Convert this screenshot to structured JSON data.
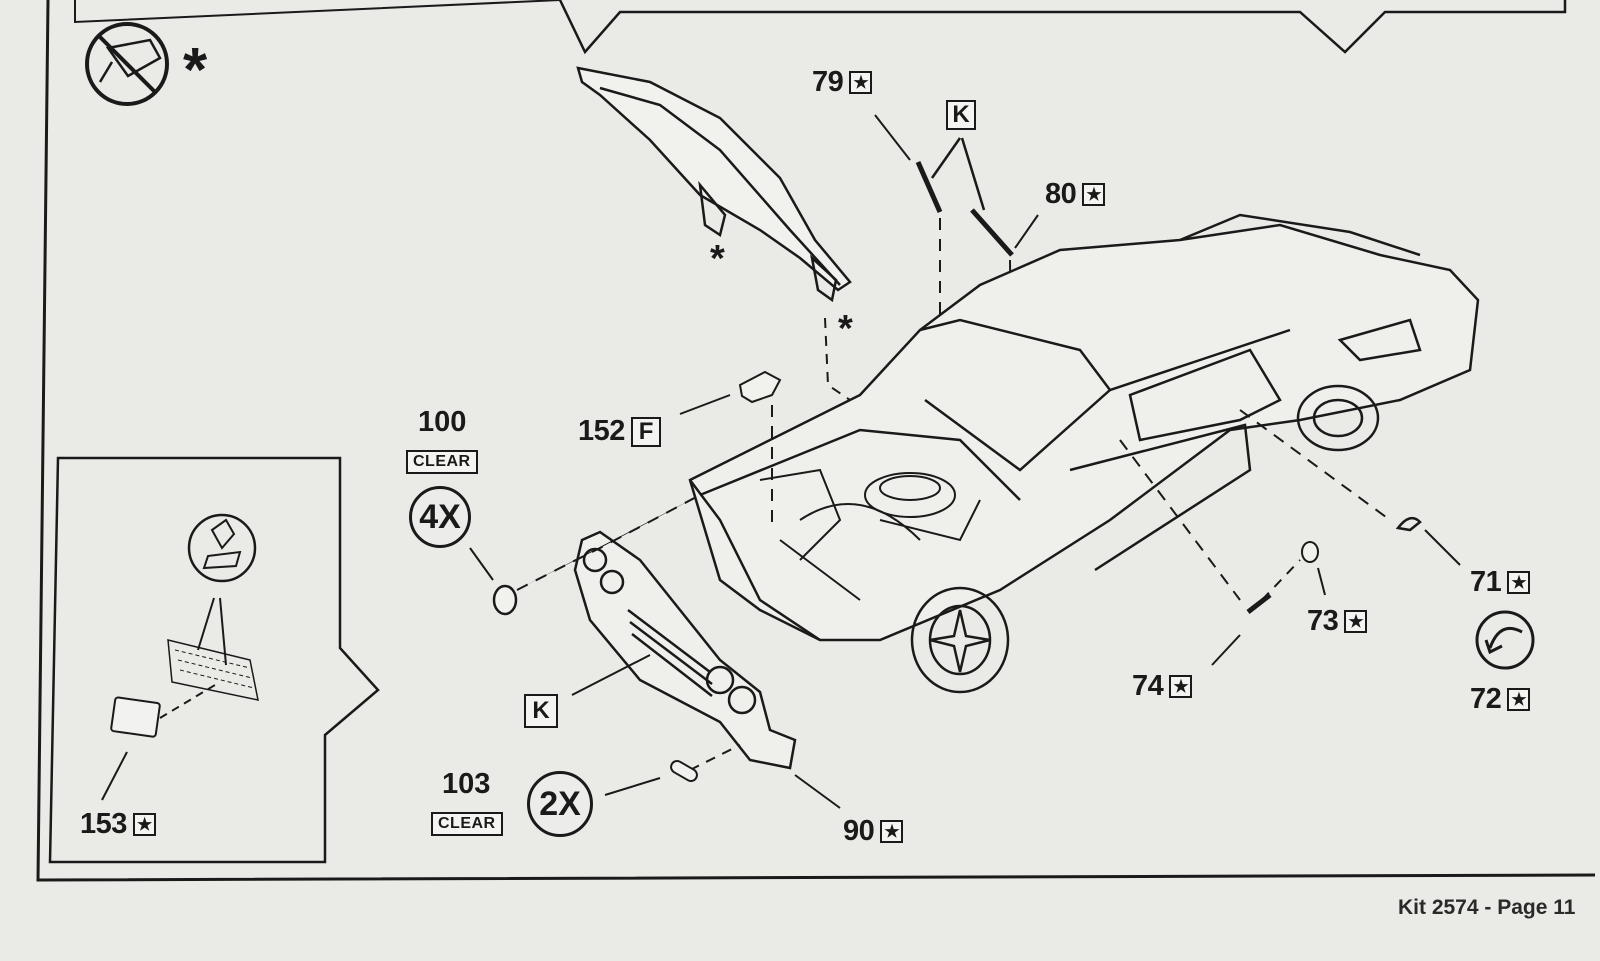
{
  "footer": "Kit 2574 - Page 11",
  "note_symbol": "*",
  "icons": {
    "no_glue": "no-glue-icon",
    "glue_applicator": "glue-applicator-icon",
    "rotate_view": "rotate-arrow-icon",
    "star_mark": "★"
  },
  "parts": {
    "p79": {
      "num": "79",
      "mark": "★"
    },
    "p80": {
      "num": "80",
      "mark": "★"
    },
    "p71": {
      "num": "71",
      "mark": "★"
    },
    "p72": {
      "num": "72",
      "mark": "★"
    },
    "p73": {
      "num": "73",
      "mark": "★"
    },
    "p74": {
      "num": "74",
      "mark": "★"
    },
    "p90": {
      "num": "90",
      "mark": "★"
    },
    "p153": {
      "num": "153",
      "mark": "★"
    },
    "p152": {
      "num": "152",
      "sub": "F"
    }
  },
  "subassy": {
    "k_top": "K",
    "k_grille": "K"
  },
  "clear_parts": {
    "p100": {
      "num": "100",
      "tag": "CLEAR",
      "mult": "4X"
    },
    "p103": {
      "num": "103",
      "tag": "CLEAR",
      "mult": "2X"
    }
  }
}
